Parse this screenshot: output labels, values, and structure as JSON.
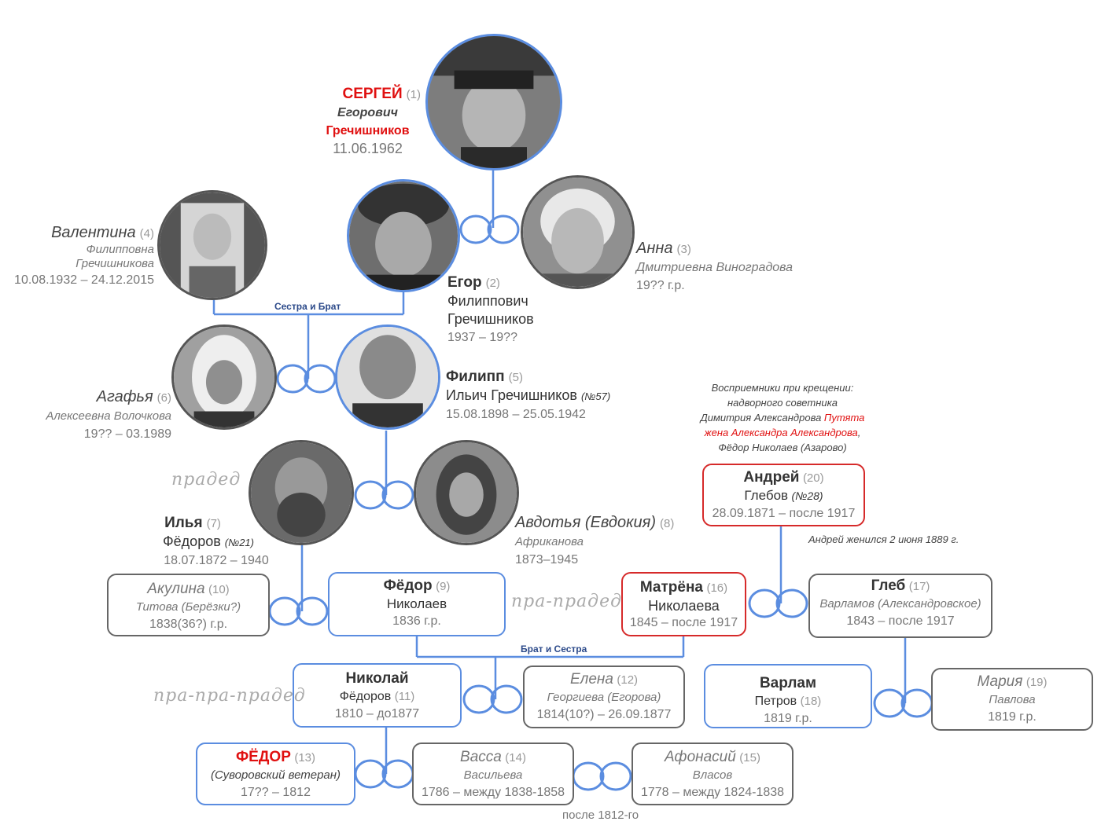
{
  "persons": {
    "p1": {
      "first": "СЕРГЕЙ",
      "num": "(1)",
      "patronymic": "Егорович",
      "surname": "Гречишников",
      "dates": "11.06.1962"
    },
    "p2": {
      "first": "Егор",
      "num": "(2)",
      "patronymic": "Филиппович",
      "surname": "Гречишников",
      "dates": "1937 – 19??"
    },
    "p3": {
      "first": "Анна",
      "num": "(3)",
      "line2": "Дмитриевна Виноградова",
      "dates": "19?? г.р."
    },
    "p4": {
      "first": "Валентина",
      "num": "(4)",
      "patronymic": "Филипповна",
      "surname": "Гречишникова",
      "dates": "10.08.1932 – 24.12.2015"
    },
    "p5": {
      "first": "Филипп",
      "num": "(5)",
      "line2": "Ильич Гречишников",
      "ref": "(№57)",
      "dates": "15.08.1898 – 25.05.1942"
    },
    "p6": {
      "first": "Агафья",
      "num": "(6)",
      "line2": "Алексеевна Волочкова",
      "dates": "19?? – 03.1989"
    },
    "p7": {
      "first": "Илья",
      "num": "(7)",
      "line2": "Фёдоров",
      "ref": "(№21)",
      "dates": "18.07.1872 – 1940"
    },
    "p8": {
      "first": "Авдотья (Евдокия)",
      "num": "(8)",
      "line2": "Африканова",
      "dates": "1873–1945"
    },
    "p9": {
      "first": "Фёдор",
      "num": "(9)",
      "line2": "Николаев",
      "dates": "1836 г.р."
    },
    "p10": {
      "first": "Акулина",
      "num": "(10)",
      "line2": "Титова (Берёзки?)",
      "dates": "1838(36?) г.р."
    },
    "p11": {
      "first": "Николай",
      "num": "(11)",
      "line2": "Фёдоров",
      "dates": "1810 – до1877"
    },
    "p12": {
      "first": "Елена",
      "num": "(12)",
      "line2": "Георгиева (Егорова)",
      "dates": "1814(10?) – 26.09.1877"
    },
    "p13": {
      "first": "ФЁДОР",
      "num": "(13)",
      "line2": "(Суворовский ветеран)",
      "dates": "17?? – 1812"
    },
    "p14": {
      "first": "Васса",
      "num": "(14)",
      "line2": "Васильева",
      "dates": "1786 – между 1838-1858"
    },
    "p15": {
      "first": "Афонасий",
      "num": "(15)",
      "line2": "Власов",
      "dates": "1778 – между 1824-1838"
    },
    "p16": {
      "first": "Матрёна",
      "num": "(16)",
      "line2": "Николаева",
      "dates": "1845 – после 1917"
    },
    "p17": {
      "first": "Глеб",
      "num": "(17)",
      "line2": "Варламов (Александровское)",
      "dates": "1843 – после 1917"
    },
    "p18": {
      "first": "Варлам",
      "line2": "Петров",
      "num": "(18)",
      "dates": "1819 г.р."
    },
    "p19": {
      "first": "Мария",
      "num": "(19)",
      "line2": "Павлова",
      "dates": "1819 г.р."
    },
    "p20": {
      "first": "Андрей",
      "num": "(20)",
      "line2": "Глебов",
      "ref": "(№28)",
      "dates": "28.09.1871 – после 1917"
    }
  },
  "labels": {
    "sister_brother": "Сестра и Брат",
    "brother_sister": "Брат и Сестра",
    "pradeD": "прадед",
    "pra_praded": "пра-прадед",
    "pra_pra_praded": "пра-пра-прадед",
    "andrey_married": "Андрей женился 2 июня 1889 г.",
    "after_1812": "после 1812-го"
  },
  "godparents": {
    "line1": "Восприемники при крещении:",
    "line2": "надворного советника",
    "line3a": "Димитрия Александрова ",
    "line3b": "Путята",
    "line4": "жена Александра Александрова",
    "line4b": ",",
    "line5": "Фёдор Николаев (Азарово)"
  },
  "colors": {
    "blue": "#5b8de0",
    "red": "#e01010",
    "grey": "#666666"
  }
}
